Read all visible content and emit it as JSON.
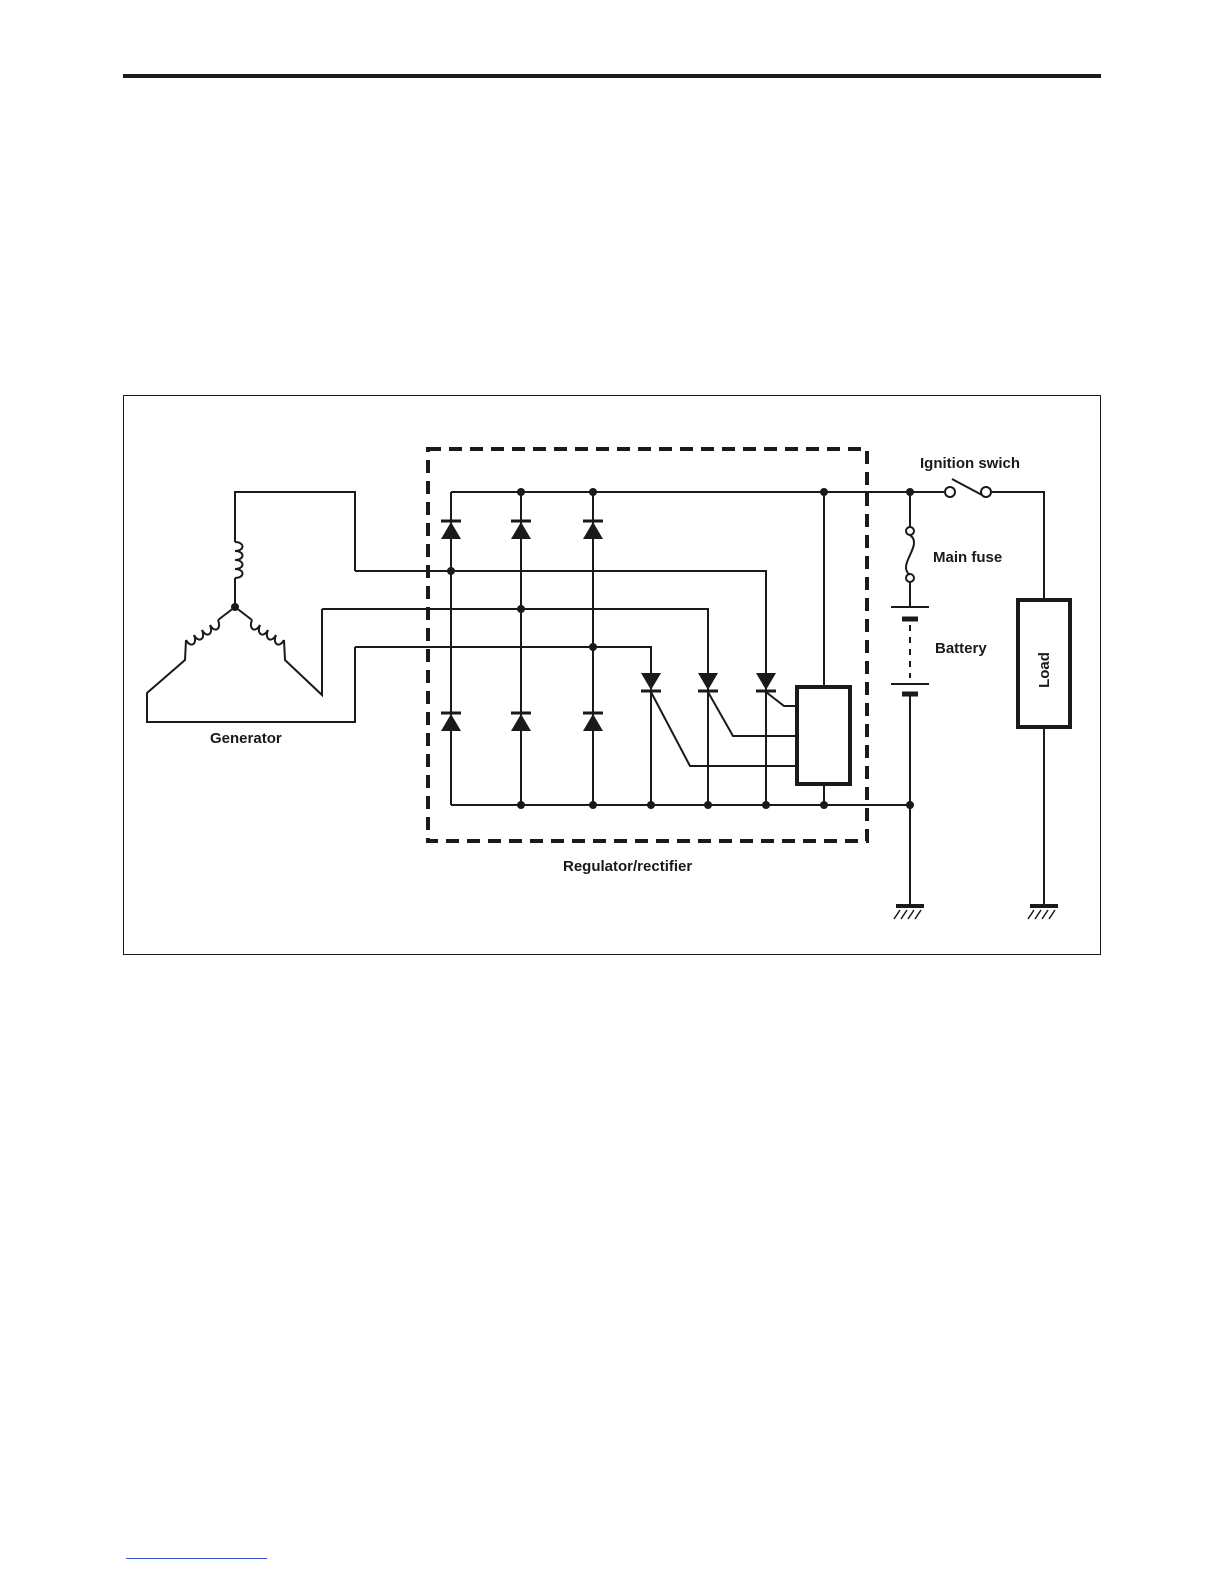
{
  "diagram": {
    "labels": {
      "generator": "Generator",
      "regulator_rectifier": "Regulator/rectifier",
      "ignition_switch": "Ignition swich",
      "main_fuse": "Main fuse",
      "battery": "Battery",
      "load": "Load"
    }
  },
  "colors": {
    "ink": "#1a1a1a",
    "link_rule": "#3355cc"
  }
}
